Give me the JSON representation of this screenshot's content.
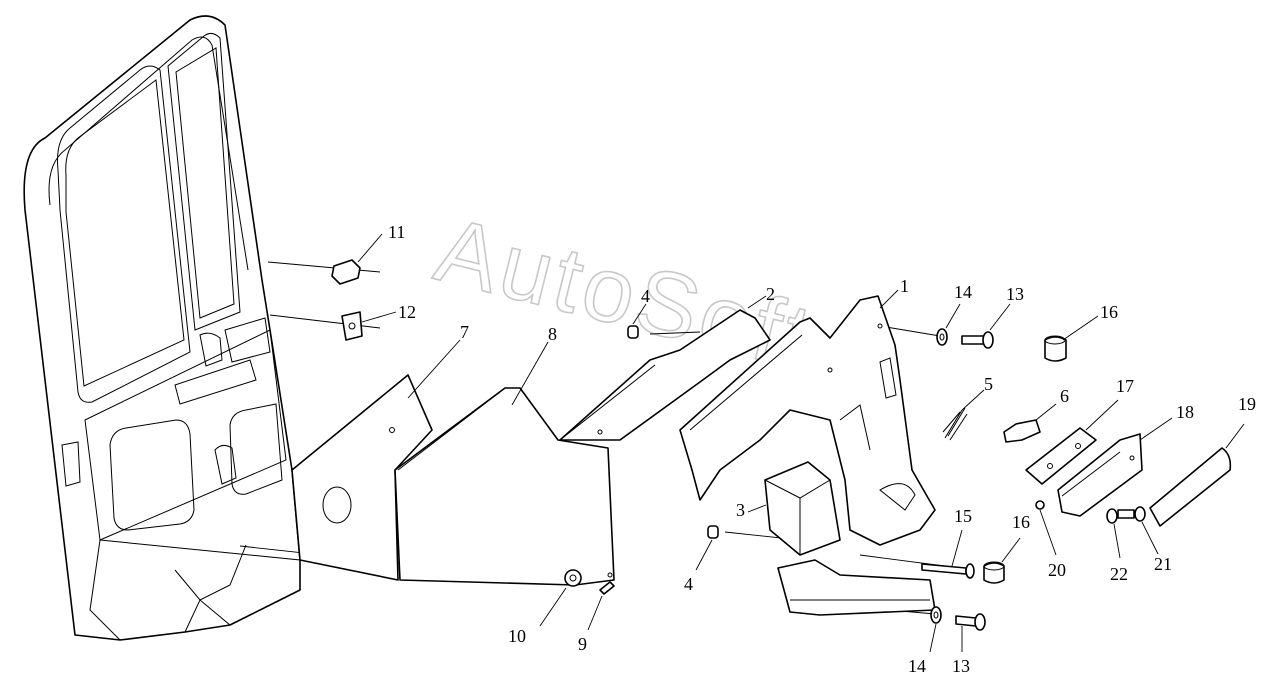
{
  "watermark": "AutoSoft",
  "callouts": [
    {
      "id": "c11",
      "label": "11"
    },
    {
      "id": "c12",
      "label": "12"
    },
    {
      "id": "c7",
      "label": "7"
    },
    {
      "id": "c8",
      "label": "8"
    },
    {
      "id": "c4a",
      "label": "4"
    },
    {
      "id": "c2",
      "label": "2"
    },
    {
      "id": "c1",
      "label": "1"
    },
    {
      "id": "c14a",
      "label": "14"
    },
    {
      "id": "c13a",
      "label": "13"
    },
    {
      "id": "c16a",
      "label": "16"
    },
    {
      "id": "c5",
      "label": "5"
    },
    {
      "id": "c6",
      "label": "6"
    },
    {
      "id": "c17",
      "label": "17"
    },
    {
      "id": "c18",
      "label": "18"
    },
    {
      "id": "c19",
      "label": "19"
    },
    {
      "id": "c3",
      "label": "3"
    },
    {
      "id": "c4b",
      "label": "4"
    },
    {
      "id": "c15",
      "label": "15"
    },
    {
      "id": "c16b",
      "label": "16"
    },
    {
      "id": "c20",
      "label": "20"
    },
    {
      "id": "c22",
      "label": "22"
    },
    {
      "id": "c21",
      "label": "21"
    },
    {
      "id": "c10",
      "label": "10"
    },
    {
      "id": "c9",
      "label": "9"
    },
    {
      "id": "c14b",
      "label": "14"
    },
    {
      "id": "c13b",
      "label": "13"
    }
  ]
}
